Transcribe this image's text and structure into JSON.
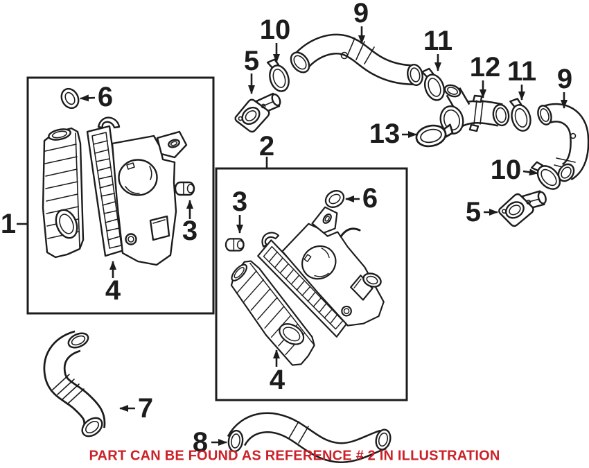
{
  "caption": {
    "text": "PART CAN BE FOUND AS REFERENCE # 2 IN ILLUSTRATION",
    "color": "#cc2128"
  },
  "colors": {
    "ink": "#1c1c1c",
    "background": "#ffffff"
  },
  "callouts": [
    {
      "label": "1"
    },
    {
      "label": "2"
    },
    {
      "label": "3"
    },
    {
      "label": "4"
    },
    {
      "label": "6"
    },
    {
      "label": "3"
    },
    {
      "label": "4"
    },
    {
      "label": "6"
    },
    {
      "label": "5"
    },
    {
      "label": "10"
    },
    {
      "label": "9"
    },
    {
      "label": "11"
    },
    {
      "label": "12"
    },
    {
      "label": "11"
    },
    {
      "label": "9"
    },
    {
      "label": "13"
    },
    {
      "label": "10"
    },
    {
      "label": "5"
    },
    {
      "label": "7"
    },
    {
      "label": "8"
    }
  ]
}
